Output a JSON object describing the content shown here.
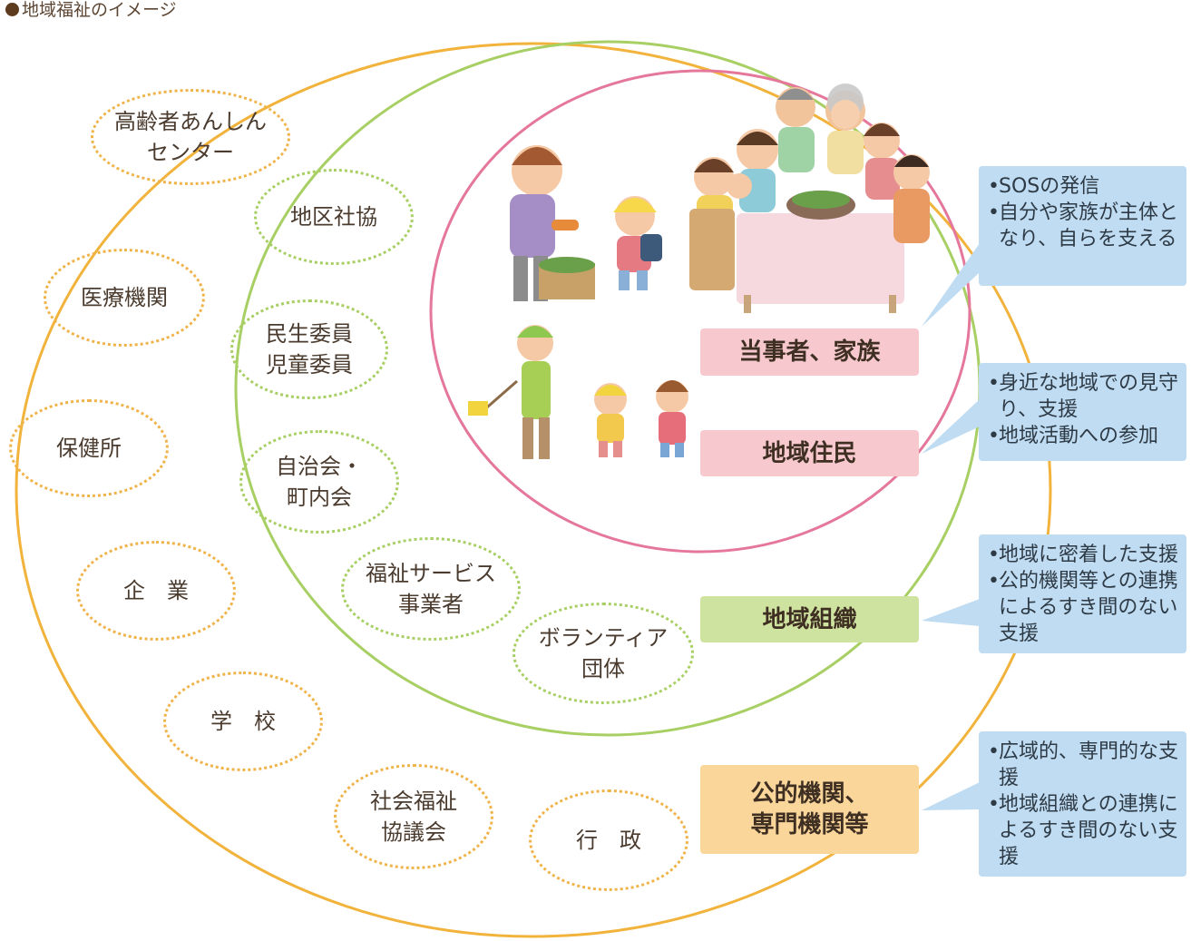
{
  "title": "●地域福祉のイメージ",
  "colors": {
    "outer_ring": "#f2b33d",
    "middle_ring": "#a8cf63",
    "inner_ring": "#e5779a",
    "note_bg": "#bfdcf2"
  },
  "outer_bubbles": [
    "高齢者あんしん\nセンター",
    "医療機関",
    "保健所",
    "企　業",
    "学　校",
    "社会福祉\n協議会",
    "行　政"
  ],
  "middle_bubbles": [
    "地区社協",
    "民生委員\n児童委員",
    "自治会・\n町内会",
    "福祉サービス\n事業者",
    "ボランティア\n団体"
  ],
  "labels": [
    "当事者、家族",
    "地域住民",
    "地域組織",
    "公的機関、\n専門機関等"
  ],
  "notes": [
    [
      "SOSの発信",
      "自分や家族が主体となり、自らを支える"
    ],
    [
      "身近な地域での見守り、支援",
      "地域活動への参加"
    ],
    [
      "地域に密着した支援",
      "公的機関等との連携によるすき間のない支援"
    ],
    [
      "広域的、専門的な支援",
      "地域組織との連携によるすき間のない支援"
    ]
  ],
  "illustrations": [
    "family-dinner-illustration",
    "greeting-child-illustration",
    "crossing-guard-illustration"
  ]
}
